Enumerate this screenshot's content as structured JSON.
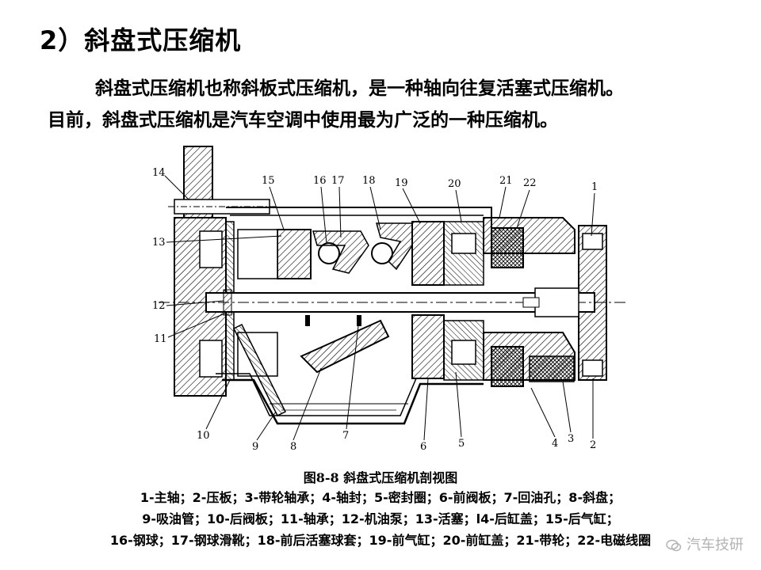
{
  "title": "2）斜盘式压缩机",
  "paragraph": {
    "line1": "斜盘式压缩机也称斜板式压缩机，是一种轴向往复活塞式压缩机。",
    "line2": "目前，斜盘式压缩机是汽车空调中使用最为广泛的一种压缩机。"
  },
  "figure": {
    "labels": [
      "14",
      "15",
      "16",
      "17",
      "18",
      "19",
      "20",
      "21",
      "22",
      "1",
      "13",
      "12",
      "11",
      "10",
      "9",
      "8",
      "7",
      "6",
      "5",
      "4",
      "3",
      "2"
    ]
  },
  "caption": "图8-8 斜盘式压缩机剖视图",
  "legend": {
    "row1": "1-主轴；2-压板；3-带轮轴承；4-轴封；5-密封圈；6-前阀板；7-回油孔；8-斜盘；",
    "row2": "9-吸油管；10-后阀板；11-轴承；12-机油泵；13-活塞；l4-后缸盖；15-后气缸；",
    "row3": "16-钢球；17-钢球滑靴；18-前后活塞球套；19-前气缸；20-前缸盖；21-带轮；22-电磁线圈"
  },
  "watermark": "汽车技研"
}
